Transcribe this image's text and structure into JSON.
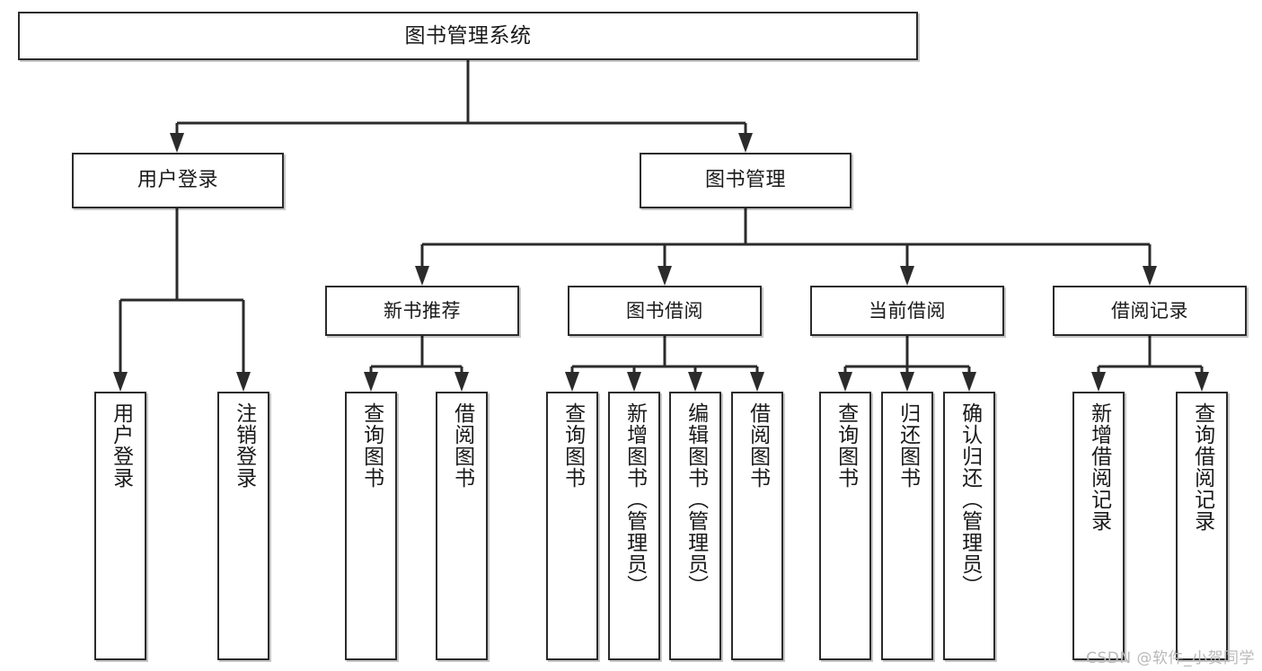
{
  "diagram": {
    "title": "图书管理系统",
    "watermark": "CSDN @软件_小贺同学",
    "root": {
      "label": "图书管理系统"
    },
    "level2": [
      {
        "label": "用户登录"
      },
      {
        "label": "图书管理"
      }
    ],
    "level3": [
      {
        "label": "新书推荐"
      },
      {
        "label": "图书借阅"
      },
      {
        "label": "当前借阅"
      },
      {
        "label": "借阅记录"
      }
    ],
    "leaves": [
      {
        "label": "用户登录"
      },
      {
        "label": "注销登录"
      },
      {
        "label": "查询图书"
      },
      {
        "label": "借阅图书"
      },
      {
        "label": "查询图书"
      },
      {
        "label": "新增图书（管理员）"
      },
      {
        "label": "编辑图书（管理员）"
      },
      {
        "label": "借阅图书"
      },
      {
        "label": "查询图书"
      },
      {
        "label": "归还图书"
      },
      {
        "label": "确认归还（管理员）"
      },
      {
        "label": "新增借阅记录"
      },
      {
        "label": "查询借阅记录"
      }
    ],
    "colors": {
      "stroke": "#2b2b2b",
      "background": "#ffffff",
      "text": "#1a1a1a",
      "watermark": "#b9b9b9"
    }
  }
}
